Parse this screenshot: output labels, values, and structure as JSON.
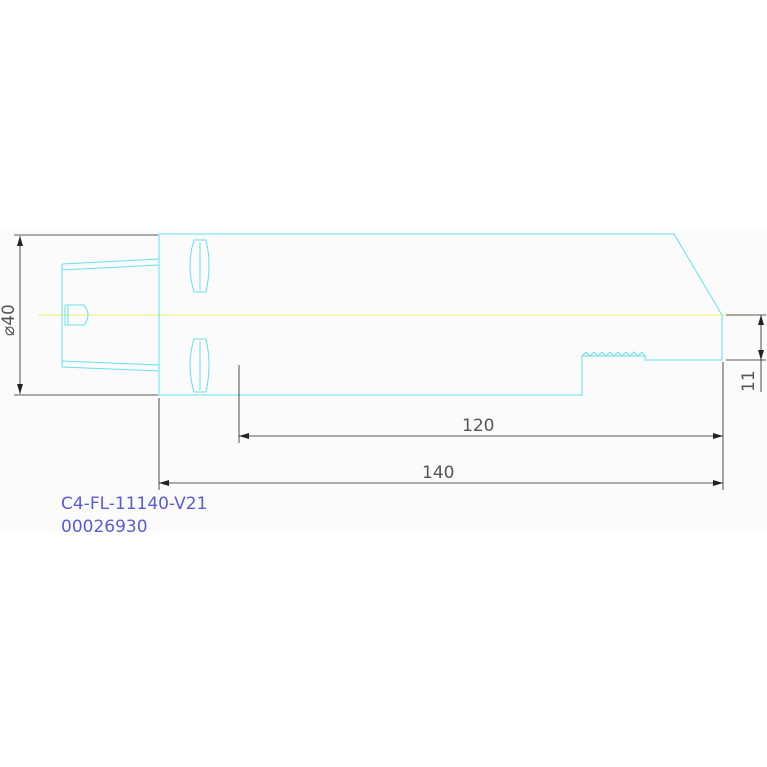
{
  "drawing": {
    "dimensions": {
      "diameter_label": "⌀40",
      "offset_label": "11",
      "length_inner_label": "120",
      "length_total_label": "140"
    },
    "part_code": "C4-FL-11140-V21",
    "part_number": "00026930",
    "colors": {
      "outline": "#66e0ee",
      "dimension": "#222222",
      "centerline": "#f2ef6a",
      "id_text": "#5b5bd6",
      "background": "#fbfbfb"
    }
  }
}
